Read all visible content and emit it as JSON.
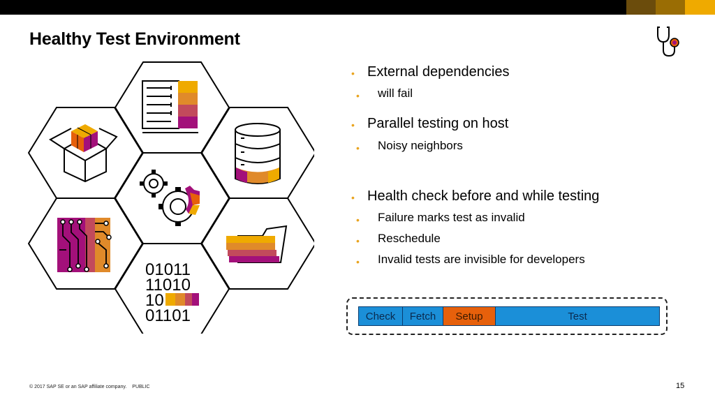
{
  "slide": {
    "title": "Healthy Test Environment",
    "colors": {
      "gold": "#efaa00",
      "orange": "#e6600b",
      "magenta": "#a3107a",
      "blue": "#1b8fd8",
      "black": "#000000"
    },
    "icons": [
      "stethoscope-icon",
      "package-box-icon",
      "document-list-icon",
      "database-icon",
      "gears-icon",
      "circuit-board-icon",
      "folder-icon",
      "binary-code-icon"
    ]
  },
  "bullets": [
    {
      "text": "External dependencies",
      "sub": [
        "will fail"
      ]
    },
    {
      "text": "Parallel testing on host",
      "sub": [
        "Noisy neighbors"
      ]
    },
    {
      "text": "Health check before and while testing",
      "sub": [
        "Failure marks test as invalid",
        "Reschedule",
        "Invalid tests are invisible for developers"
      ]
    }
  ],
  "pipeline": {
    "stages": [
      "Check",
      "Fetch",
      "Setup",
      "Test"
    ]
  },
  "binary": [
    "01011",
    "11010",
    "10",
    "01101"
  ],
  "footer": {
    "copyright": "© 2017 SAP SE or an SAP affiliate company.",
    "classification": "PUBLIC",
    "page": "15"
  }
}
